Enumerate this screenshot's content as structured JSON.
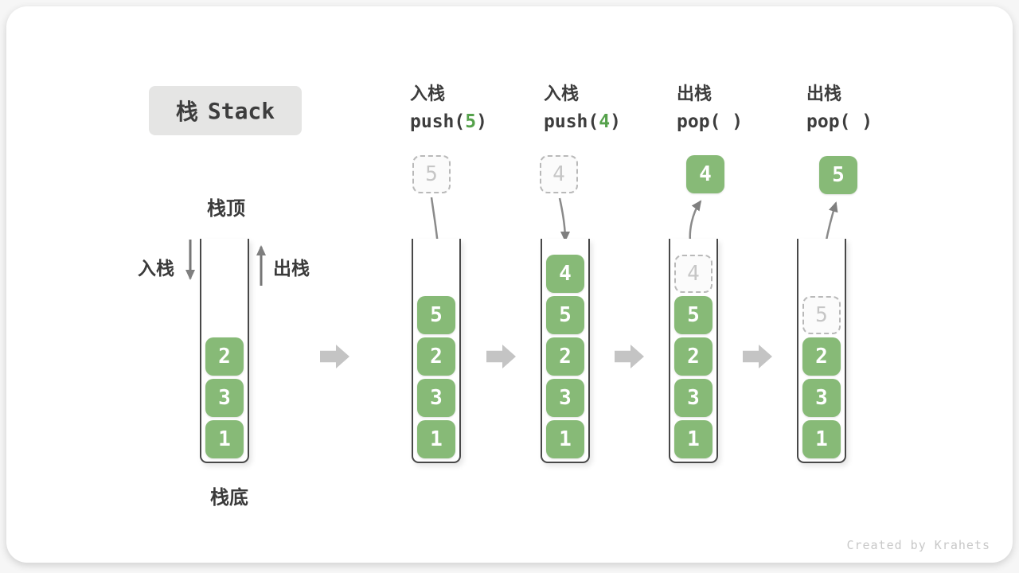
{
  "title": {
    "cjk": "栈",
    "latin": "Stack"
  },
  "labels": {
    "stack_top": "栈顶",
    "stack_bottom": "栈底",
    "push_side": "入栈",
    "pop_side": "出栈"
  },
  "columns": [
    {
      "name": "initial-stack",
      "stack": [
        "2",
        "3",
        "1"
      ]
    },
    {
      "name": "push-5",
      "header_label": "入栈",
      "code_pre": "push(",
      "code_arg": "5",
      "code_post": ")",
      "floating_value": "5",
      "stack": [
        "5",
        "2",
        "3",
        "1"
      ]
    },
    {
      "name": "push-4",
      "header_label": "入栈",
      "code_pre": "push(",
      "code_arg": "4",
      "code_post": ")",
      "floating_value": "4",
      "stack": [
        "4",
        "5",
        "2",
        "3",
        "1"
      ]
    },
    {
      "name": "pop-4",
      "header_label": "出栈",
      "code_pre": "pop( ",
      "code_arg": "",
      "code_post": ")",
      "floating_value": "4",
      "ghost_value": "4",
      "stack": [
        "5",
        "2",
        "3",
        "1"
      ]
    },
    {
      "name": "pop-5",
      "header_label": "出栈",
      "code_pre": "pop( ",
      "code_arg": "",
      "code_post": ")",
      "floating_value": "5",
      "ghost_value": "5",
      "stack": [
        "2",
        "3",
        "1"
      ]
    }
  ],
  "watermark": "Created by Krahets",
  "colors": {
    "box_green": "#87ba77",
    "accent_green": "#55a14b",
    "curve_arrow": "#8a8a8a",
    "side_arrow": "#767676",
    "block_arrow": "#c4c4c4"
  }
}
